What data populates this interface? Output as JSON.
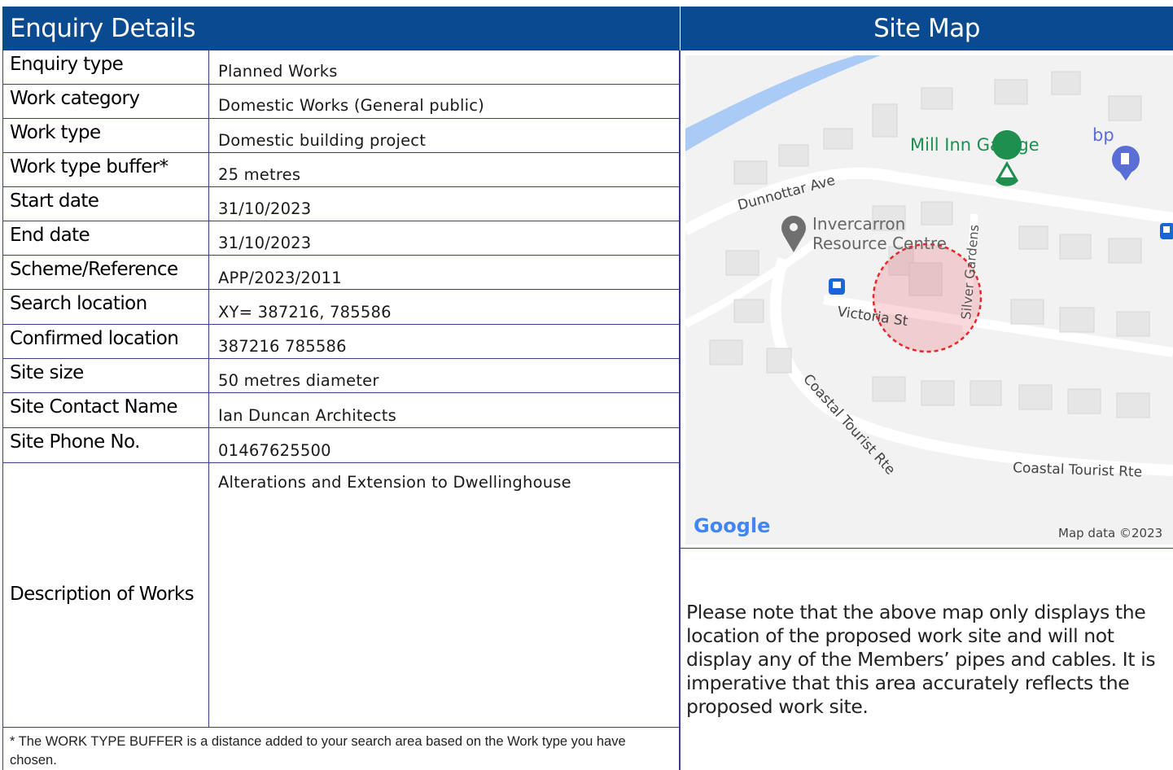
{
  "headers": {
    "enquiry_details": "Enquiry Details",
    "site_map": "Site Map"
  },
  "rows": [
    {
      "label": "Enquiry type",
      "value": "Planned Works"
    },
    {
      "label": "Work category",
      "value": "Domestic Works (General public)"
    },
    {
      "label": "Work type",
      "value": "Domestic building project"
    },
    {
      "label": "Work type buffer*",
      "value": "25 metres"
    },
    {
      "label": "Start date",
      "value": "31/10/2023"
    },
    {
      "label": "End date",
      "value": "31/10/2023"
    },
    {
      "label": "Scheme/Reference",
      "value": "APP/2023/2011"
    },
    {
      "label": "Search location",
      "value": "XY= 387216, 785586"
    },
    {
      "label": "Confirmed location",
      "value": "387216 785586"
    },
    {
      "label": "Site size",
      "value": "50 metres diameter"
    },
    {
      "label": "Site Contact Name",
      "value": "Ian Duncan Architects"
    },
    {
      "label": "Site Phone No.",
      "value": "01467625500"
    },
    {
      "label": "Description of Works",
      "value": "Alterations and Extension to Dwellinghouse"
    }
  ],
  "footnote": "* The WORK TYPE BUFFER is a distance added to your search area based on the Work type you have chosen.",
  "map": {
    "labels": {
      "mill_inn_garage": "Mill Inn Garage",
      "bp": "bp",
      "dunnottar_ave": "Dunnottar Ave",
      "invercarron_1": "Invercarron",
      "invercarron_2": "Resource Centre",
      "silver_gardens": "Silver Gardens",
      "victoria_st": "Victoria St",
      "coastal_tourist_rte_1": "Coastal Tourist Rte",
      "coastal_tourist_rte_2": "Coastal Tourist Rte",
      "google": "Google",
      "map_data": "Map data ©2023"
    },
    "colors": {
      "water": "#aacbf5",
      "poi_green": "#1e8f4e",
      "poi_blue": "#5b6ed6",
      "site_circle": "#e8262c"
    }
  },
  "note": "Please note that the above map only displays the location of the proposed work site and will not display any of the Members’ pipes and cables.  It is imperative that this area accurately reflects the proposed work site."
}
